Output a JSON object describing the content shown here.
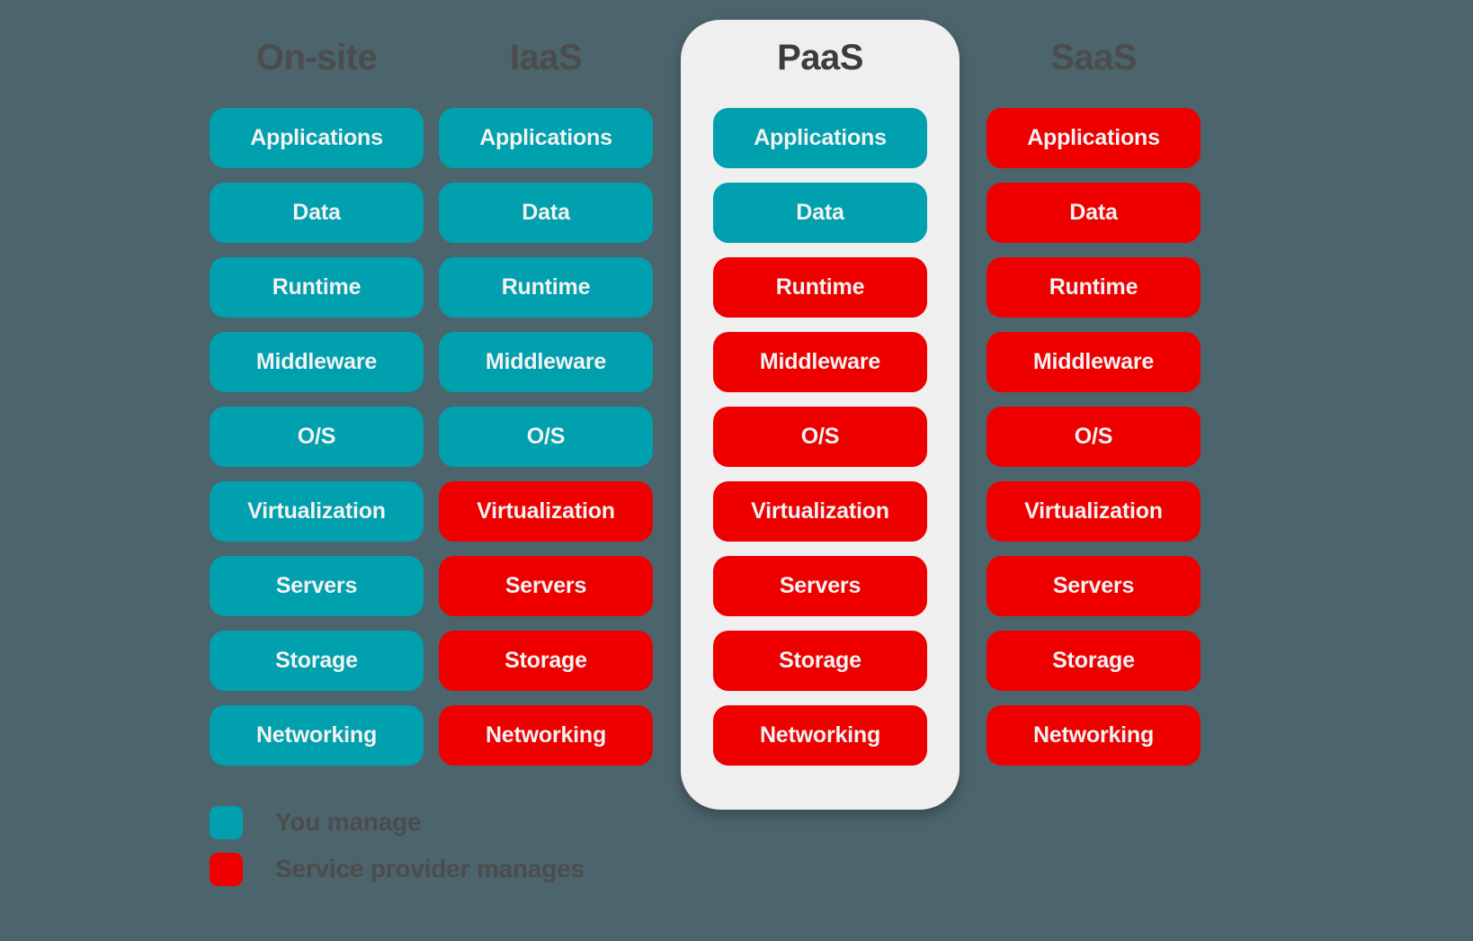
{
  "diagram": {
    "background_color": "#4c646c",
    "layer_names": [
      "Applications",
      "Data",
      "Runtime",
      "Middleware",
      "O/S",
      "Virtualization",
      "Servers",
      "Storage",
      "Networking"
    ],
    "columns": [
      {
        "id": "on-site",
        "header": "On-site",
        "emphasis": false,
        "layers": [
          {
            "label": "Applications",
            "owner": "customer"
          },
          {
            "label": "Data",
            "owner": "customer"
          },
          {
            "label": "Runtime",
            "owner": "customer"
          },
          {
            "label": "Middleware",
            "owner": "customer"
          },
          {
            "label": "O/S",
            "owner": "customer"
          },
          {
            "label": "Virtualization",
            "owner": "customer"
          },
          {
            "label": "Servers",
            "owner": "customer"
          },
          {
            "label": "Storage",
            "owner": "customer"
          },
          {
            "label": "Networking",
            "owner": "customer"
          }
        ]
      },
      {
        "id": "iaas",
        "header": "IaaS",
        "emphasis": false,
        "layers": [
          {
            "label": "Applications",
            "owner": "customer"
          },
          {
            "label": "Data",
            "owner": "customer"
          },
          {
            "label": "Runtime",
            "owner": "customer"
          },
          {
            "label": "Middleware",
            "owner": "customer"
          },
          {
            "label": "O/S",
            "owner": "customer"
          },
          {
            "label": "Virtualization",
            "owner": "provider"
          },
          {
            "label": "Servers",
            "owner": "provider"
          },
          {
            "label": "Storage",
            "owner": "provider"
          },
          {
            "label": "Networking",
            "owner": "provider"
          }
        ]
      },
      {
        "id": "paas",
        "header": "PaaS",
        "emphasis": true,
        "layers": [
          {
            "label": "Applications",
            "owner": "customer"
          },
          {
            "label": "Data",
            "owner": "customer"
          },
          {
            "label": "Runtime",
            "owner": "provider"
          },
          {
            "label": "Middleware",
            "owner": "provider"
          },
          {
            "label": "O/S",
            "owner": "provider"
          },
          {
            "label": "Virtualization",
            "owner": "provider"
          },
          {
            "label": "Servers",
            "owner": "provider"
          },
          {
            "label": "Storage",
            "owner": "provider"
          },
          {
            "label": "Networking",
            "owner": "provider"
          }
        ]
      },
      {
        "id": "saas",
        "header": "SaaS",
        "emphasis": false,
        "layers": [
          {
            "label": "Applications",
            "owner": "provider"
          },
          {
            "label": "Data",
            "owner": "provider"
          },
          {
            "label": "Runtime",
            "owner": "provider"
          },
          {
            "label": "Middleware",
            "owner": "provider"
          },
          {
            "label": "O/S",
            "owner": "provider"
          },
          {
            "label": "Virtualization",
            "owner": "provider"
          },
          {
            "label": "Servers",
            "owner": "provider"
          },
          {
            "label": "Storage",
            "owner": "provider"
          },
          {
            "label": "Networking",
            "owner": "provider"
          }
        ]
      }
    ],
    "legend": [
      {
        "owner": "customer",
        "label": "You manage",
        "color": "#00a0ae"
      },
      {
        "owner": "provider",
        "label": "Service provider manages",
        "color": "#ee0000"
      }
    ],
    "colors": {
      "customer": "#00a0ae",
      "provider": "#ee0000",
      "background": "#4c646c",
      "highlight_panel": "#efefef",
      "header_text": "#4c4c4c",
      "pill_text": "#f2f2f2"
    }
  }
}
